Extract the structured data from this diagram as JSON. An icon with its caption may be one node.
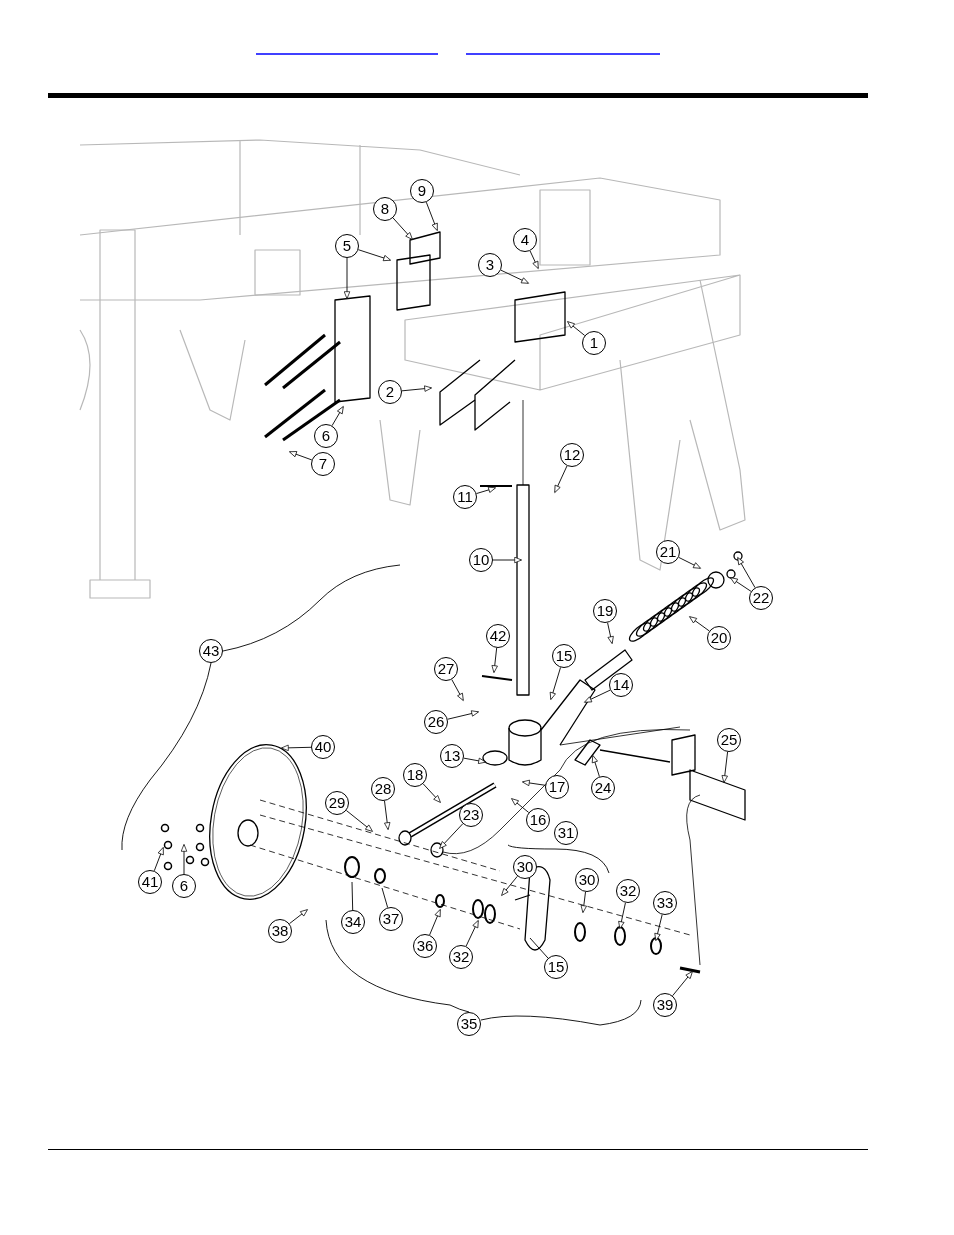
{
  "diagram": {
    "nodes": [
      {
        "text": [
          "9"
        ]
      },
      {
        "text": [
          "8"
        ]
      },
      {
        "text": [
          "4"
        ]
      },
      {
        "text": [
          "5"
        ]
      },
      {
        "text": [
          "3"
        ]
      },
      {
        "text": [
          "1"
        ]
      },
      {
        "text": [
          "2"
        ]
      },
      {
        "text": [
          "6"
        ]
      },
      {
        "text": [
          "7"
        ]
      },
      {
        "text": [
          "12"
        ]
      },
      {
        "text": [
          "11"
        ]
      },
      {
        "text": [
          "21"
        ]
      },
      {
        "text": [
          "10"
        ]
      },
      {
        "text": [
          "22"
        ]
      },
      {
        "text": [
          "19"
        ]
      },
      {
        "text": [
          "20"
        ]
      },
      {
        "text": [
          "42"
        ]
      },
      {
        "text": [
          "15"
        ]
      },
      {
        "text": [
          "43"
        ]
      },
      {
        "text": [
          "27"
        ]
      },
      {
        "text": [
          "14"
        ]
      },
      {
        "text": [
          "26"
        ]
      },
      {
        "text": [
          "25"
        ]
      },
      {
        "text": [
          "40"
        ]
      },
      {
        "text": [
          "13"
        ]
      },
      {
        "text": [
          "18"
        ]
      },
      {
        "text": [
          "17"
        ]
      },
      {
        "text": [
          "24"
        ]
      },
      {
        "text": [
          "28"
        ]
      },
      {
        "text": [
          "29"
        ]
      },
      {
        "text": [
          "23"
        ]
      },
      {
        "text": [
          "16"
        ]
      },
      {
        "text": [
          "31"
        ]
      },
      {
        "text": [
          "30"
        ]
      },
      {
        "text": [
          "41"
        ]
      },
      {
        "text": [
          "6"
        ]
      },
      {
        "text": [
          "30"
        ]
      },
      {
        "text": [
          "32"
        ]
      },
      {
        "text": [
          "33"
        ]
      },
      {
        "text": [
          "37"
        ]
      },
      {
        "text": [
          "34"
        ]
      },
      {
        "text": [
          "38"
        ]
      },
      {
        "text": [
          "36"
        ]
      },
      {
        "text": [
          "32"
        ]
      },
      {
        "text": [
          "15"
        ]
      },
      {
        "text": [
          "39"
        ]
      },
      {
        "text": [
          "35"
        ]
      }
    ],
    "edges": [
      {
        "from": 0,
        "to": null,
        "arrow": "to"
      },
      {
        "from": 1,
        "to": null,
        "arrow": "to"
      },
      {
        "from": 2,
        "to": null,
        "arrow": "to"
      },
      {
        "from": 3,
        "to": null,
        "arrow": "to"
      },
      {
        "from": 3,
        "to": null,
        "arrow": "to"
      },
      {
        "from": 4,
        "to": null,
        "arrow": "to"
      },
      {
        "from": 5,
        "to": null,
        "arrow": "to"
      },
      {
        "from": 6,
        "to": null,
        "arrow": "to"
      },
      {
        "from": 7,
        "to": null,
        "arrow": "to"
      },
      {
        "from": 8,
        "to": null,
        "arrow": "to"
      },
      {
        "from": 9,
        "to": null,
        "arrow": "to"
      },
      {
        "from": 10,
        "to": null,
        "arrow": "to"
      },
      {
        "from": 11,
        "to": null,
        "arrow": "to"
      },
      {
        "from": 12,
        "to": null,
        "arrow": "to"
      },
      {
        "from": 13,
        "to": null,
        "arrow": "to"
      },
      {
        "from": 13,
        "to": null,
        "arrow": "to"
      },
      {
        "from": 14,
        "to": null,
        "arrow": "to"
      },
      {
        "from": 15,
        "to": null,
        "arrow": "to"
      },
      {
        "from": 16,
        "to": null,
        "arrow": "to"
      },
      {
        "from": 17,
        "to": null,
        "arrow": "to"
      },
      {
        "from": 19,
        "to": null,
        "arrow": "to"
      },
      {
        "from": 20,
        "to": null,
        "arrow": "to"
      },
      {
        "from": 21,
        "to": null,
        "arrow": "to"
      },
      {
        "from": 22,
        "to": null,
        "arrow": "to"
      },
      {
        "from": 23,
        "to": null,
        "arrow": "to"
      },
      {
        "from": 24,
        "to": null,
        "arrow": "to"
      },
      {
        "from": 25,
        "to": null,
        "arrow": "to"
      },
      {
        "from": 26,
        "to": null,
        "arrow": "to"
      },
      {
        "from": 27,
        "to": null,
        "arrow": "to"
      },
      {
        "from": 28,
        "to": null,
        "arrow": "to"
      },
      {
        "from": 29,
        "to": null,
        "arrow": "to"
      },
      {
        "from": 30,
        "to": null,
        "arrow": "to"
      },
      {
        "from": 31,
        "to": null,
        "arrow": "to"
      },
      {
        "from": 33,
        "to": null,
        "arrow": "to"
      },
      {
        "from": 34,
        "to": null,
        "arrow": "to"
      },
      {
        "from": 35,
        "to": null,
        "arrow": "to"
      },
      {
        "from": 36,
        "to": null,
        "arrow": "to"
      },
      {
        "from": 37,
        "to": null,
        "arrow": "to"
      },
      {
        "from": 38,
        "to": null,
        "arrow": "to"
      },
      {
        "from": 39,
        "to": null,
        "arrow": "none"
      },
      {
        "from": 40,
        "to": null,
        "arrow": "none"
      },
      {
        "from": 41,
        "to": null,
        "arrow": "to"
      },
      {
        "from": 42,
        "to": null,
        "arrow": "to"
      },
      {
        "from": 43,
        "to": null,
        "arrow": "to"
      },
      {
        "from": 44,
        "to": null,
        "arrow": "none"
      },
      {
        "from": 45,
        "to": null,
        "arrow": "to"
      }
    ]
  }
}
